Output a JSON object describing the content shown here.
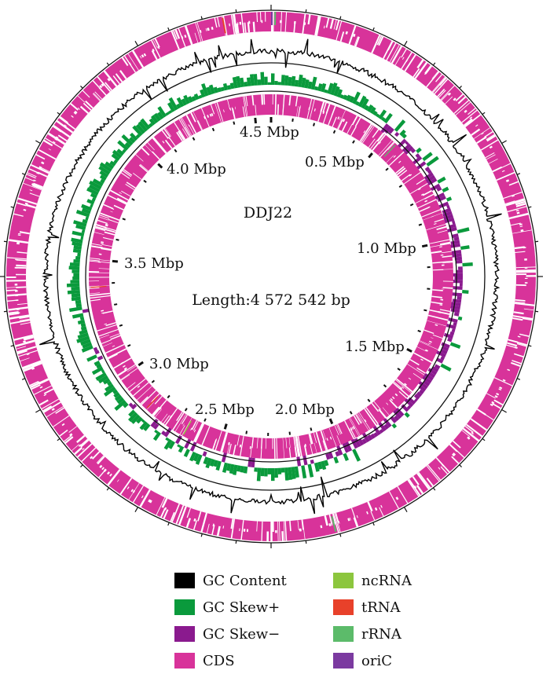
{
  "title": "DDJ22",
  "length_label": "Length:4 572 542 bp",
  "position_labels": [
    "0.5 Mbp",
    "1.0 Mbp",
    "1.5 Mbp",
    "2.0 Mbp",
    "2.5 Mbp",
    "3.0 Mbp",
    "3.5 Mbp",
    "4.0 Mbp",
    "4.5 Mbp"
  ],
  "genome_length_bp": 4572542,
  "colors": {
    "gc_content": "#000000",
    "gc_skew_plus": "#0a9a3c",
    "gc_skew_minus": "#8a1a8e",
    "cds": "#d8339a",
    "ncrna": "#8cc63e",
    "trna": "#e8412a",
    "rrna": "#5cbb6a",
    "oric": "#7b3aa0"
  },
  "legend": [
    {
      "label": "GC Content",
      "color": "#000000"
    },
    {
      "label": "GC Skew+",
      "color": "#0a9a3c"
    },
    {
      "label": "GC Skew−",
      "color": "#8a1a8e"
    },
    {
      "label": "CDS",
      "color": "#d8339a"
    },
    {
      "label": "ncRNA",
      "color": "#8cc63e"
    },
    {
      "label": "tRNA",
      "color": "#e8412a"
    },
    {
      "label": "rRNA",
      "color": "#5cbb6a"
    },
    {
      "label": "oriC",
      "color": "#7b3aa0"
    }
  ]
}
